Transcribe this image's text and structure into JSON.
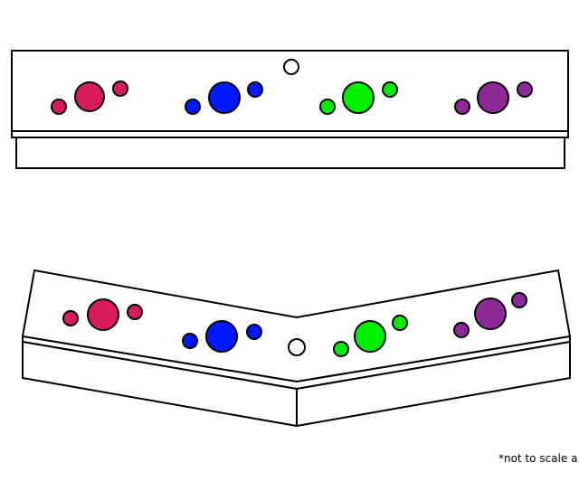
{
  "note": "*not to scale a",
  "colors": {
    "stroke": "#000000",
    "background": "#ffffff",
    "player_1": "#d81b5a",
    "player_2": "#0018ff",
    "player_3": "#00ee00",
    "player_4": "#8e2a97",
    "center_button": "#ffffff"
  },
  "panels": [
    {
      "id": "straight-panel",
      "label": ""
    },
    {
      "id": "angled-panel",
      "label": ""
    }
  ],
  "button_groups": [
    {
      "player": 1,
      "color_key": "player_1",
      "button_count": 3
    },
    {
      "player": 2,
      "color_key": "player_2",
      "button_count": 3
    },
    {
      "player": 3,
      "color_key": "player_3",
      "button_count": 3
    },
    {
      "player": 4,
      "color_key": "player_4",
      "button_count": 3
    }
  ]
}
